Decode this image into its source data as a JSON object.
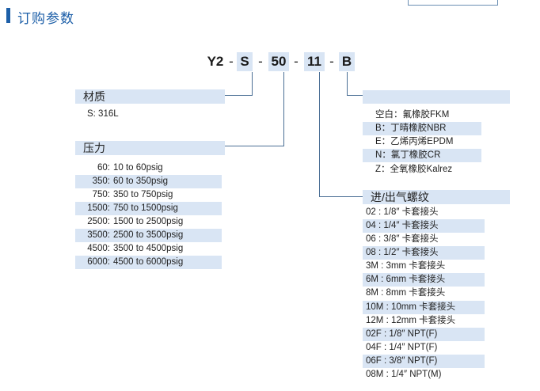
{
  "page": {
    "title": "订购参数",
    "scale_label": "50"
  },
  "code": {
    "prefix": "Y2",
    "dash": "-",
    "part_s": "S",
    "part_50": "50",
    "part_11": "11",
    "part_b": "B"
  },
  "material": {
    "heading": "材质",
    "value": "S:  316L"
  },
  "pressure": {
    "heading": "压力",
    "rows": [
      {
        "code": "60:",
        "range": "10 to 60psig"
      },
      {
        "code": "350:",
        "range": "60 to 350psig"
      },
      {
        "code": "750:",
        "range": "350 to 750psig"
      },
      {
        "code": "1500:",
        "range": "750 to 1500psig"
      },
      {
        "code": "2500:",
        "range": "1500 to 2500psig"
      },
      {
        "code": "3500:",
        "range": "2500 to 3500psig"
      },
      {
        "code": "4500:",
        "range": "3500 to 4500psig"
      },
      {
        "code": "6000:",
        "range": "4500 to 6000psig"
      }
    ]
  },
  "seal": {
    "rows": [
      "空白：氟橡胶FKM",
      "B：丁晴橡胶NBR",
      "E：乙烯丙烯EPDM",
      "N：氯丁橡胶CR",
      "Z：全氧橡胶Kalrez"
    ]
  },
  "thread": {
    "heading": "进/出气螺纹",
    "rows": [
      "02 : 1/8″   卡套接头",
      "04 : 1/4″   卡套接头",
      "06 : 3/8″   卡套接头",
      "08 : 1/2″   卡套接头",
      "3M : 3mm 卡套接头",
      "6M : 6mm 卡套接头",
      "8M : 8mm 卡套接头",
      "10M : 10mm 卡套接头",
      "12M : 12mm 卡套接头",
      "02F : 1/8″   NPT(F)",
      "04F : 1/4″   NPT(F)",
      "06F : 3/8″   NPT(F)",
      "08M : 1/4″   NPT(M)"
    ]
  },
  "colors": {
    "accent": "#1d5fa8",
    "row_band": "#d9e5f4",
    "connector": "#4b6f95"
  }
}
